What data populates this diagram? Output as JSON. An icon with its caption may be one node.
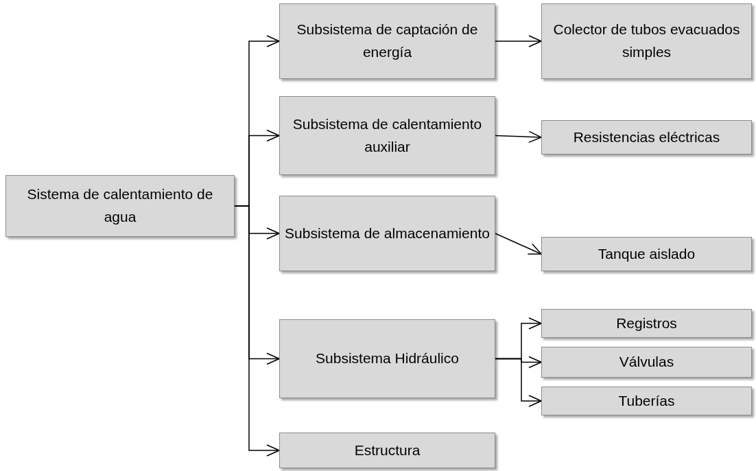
{
  "diagram": {
    "nodes": [
      {
        "text": [
          "Sistema de calentamiento de agua"
        ]
      },
      {
        "text": [
          "Subsistema de captación de energía"
        ]
      },
      {
        "text": [
          "Colector de tubos evacuados simples"
        ]
      },
      {
        "text": [
          "Subsistema de calentamiento auxiliar"
        ]
      },
      {
        "text": [
          "Resistencias eléctricas"
        ]
      },
      {
        "text": [
          "Subsistema de almacenamiento"
        ]
      },
      {
        "text": [
          "Tanque aislado"
        ]
      },
      {
        "text": [
          "Subsistema Hidráulico"
        ]
      },
      {
        "text": [
          "Registros"
        ]
      },
      {
        "text": [
          "Válvulas"
        ]
      },
      {
        "text": [
          "Tuberías"
        ]
      },
      {
        "text": [
          "Estructura"
        ]
      }
    ],
    "edges": [
      {
        "from": 0,
        "to": 1,
        "arrow": "to"
      },
      {
        "from": 0,
        "to": 3,
        "arrow": "to"
      },
      {
        "from": 0,
        "to": 5,
        "arrow": "to"
      },
      {
        "from": 0,
        "to": 7,
        "arrow": "to"
      },
      {
        "from": 0,
        "to": 11,
        "arrow": "to"
      },
      {
        "from": 1,
        "to": 2,
        "arrow": "to"
      },
      {
        "from": 3,
        "to": 4,
        "arrow": "to"
      },
      {
        "from": 5,
        "to": 6,
        "arrow": "to"
      },
      {
        "from": 7,
        "to": 8,
        "arrow": "to"
      },
      {
        "from": 7,
        "to": 9,
        "arrow": "to"
      },
      {
        "from": 7,
        "to": 10,
        "arrow": "to"
      }
    ]
  }
}
